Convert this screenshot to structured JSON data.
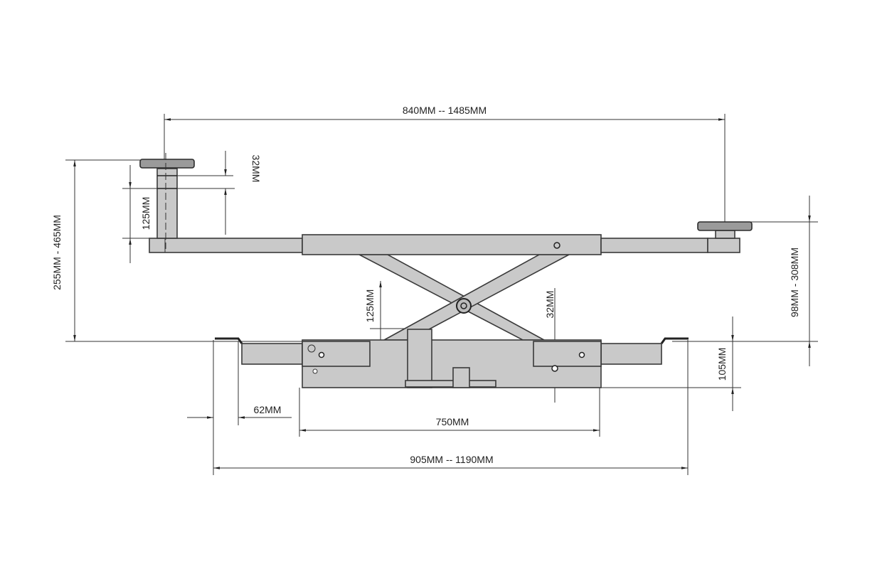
{
  "drawing": {
    "dimensions": {
      "pad_span": "840MM -- 1485MM",
      "pad_thickness": "32MM",
      "pad_column_height": "125MM",
      "overall_height_left": "255MM - 465MM",
      "scissor_height": "125MM",
      "scissor_offset": "32MM",
      "lift_range": "98MM - 308MM",
      "base_height": "105MM",
      "hook_width": "62MM",
      "base_length": "750MM",
      "overall_width": "905MM -- 1190MM"
    },
    "colors": {
      "part_fill": "#c9c9c9",
      "line": "#333333"
    }
  }
}
